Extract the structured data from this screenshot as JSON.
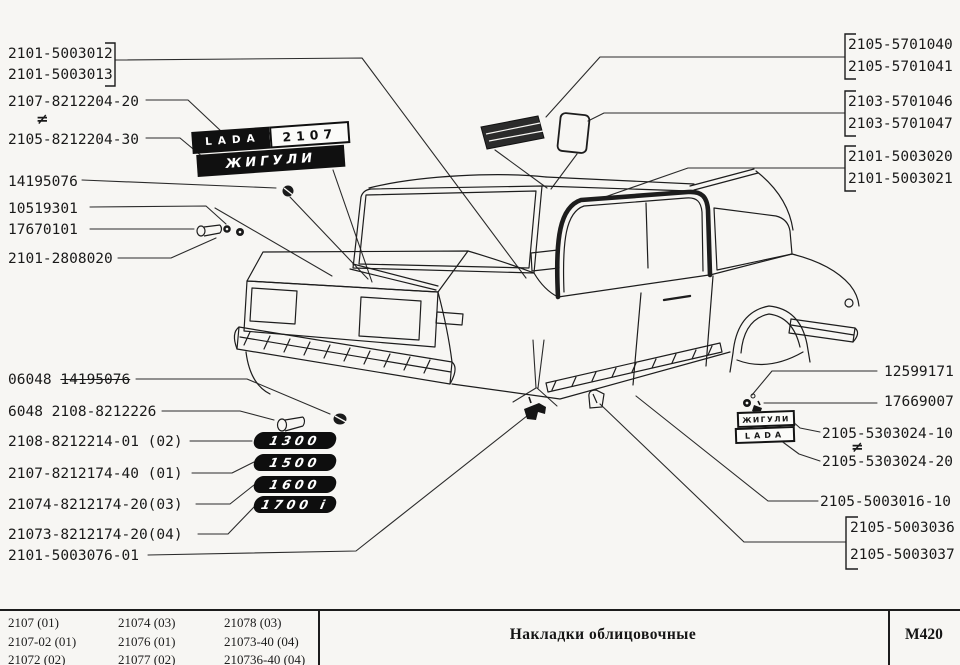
{
  "labels": {
    "neq": "≠",
    "left": [
      "2101-5003012",
      "2101-5003013",
      "2107-8212204-20",
      "2105-8212204-30",
      "14195076",
      "10519301",
      "17670101",
      "2101-2808020",
      "6048 2108-8212226",
      "2108-8212214-01 (02)",
      "2107-8212174-40 (01)",
      "21074-8212174-20(03)",
      "21073-8212174-20(04)",
      "2101-5003076-01"
    ],
    "strike_label": {
      "prefix": "06048 ",
      "struck": "14195076"
    },
    "right_groups": [
      [
        "2105-5701040",
        "2105-5701041"
      ],
      [
        "2103-5701046",
        "2103-5701047"
      ],
      [
        "2101-5003020",
        "2101-5003021"
      ],
      [
        "2105-5003036",
        "2105-5003037"
      ]
    ],
    "right_singles": [
      "12599171",
      "17669007",
      "2105-5303024-10",
      "2105-5303024-20",
      "2105-5003016-10"
    ]
  },
  "badges": {
    "lada": "LADA",
    "model": "2107",
    "zhiguli": "ЖИГУЛИ",
    "engines": [
      "1300",
      "1500",
      "1600",
      "1700 i"
    ],
    "outline_zhiguli": "ЖИГУЛИ",
    "outline_lada": "LADA"
  },
  "footer": {
    "columns": [
      [
        "2107 (01)",
        "2107-02 (01)",
        "21072 (02)"
      ],
      [
        "21074 (03)",
        "21076 (01)",
        "21077 (02)"
      ],
      [
        "21078 (03)",
        "21073-40 (04)",
        "210736-40 (04)"
      ]
    ],
    "title": "Накладки облицовочные",
    "code": "М420"
  },
  "colors": {
    "ink": "#1c1c1c",
    "paper": "#f7f6f3"
  }
}
